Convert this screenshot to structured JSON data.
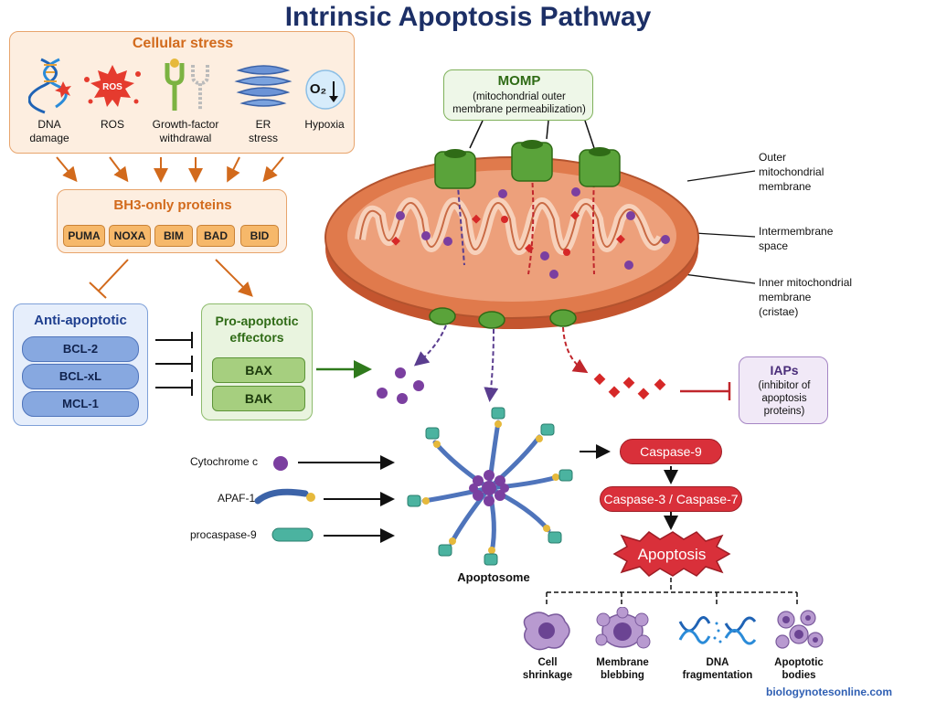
{
  "title": "Intrinsic Apoptosis Pathway",
  "cellular_stress": {
    "header": "Cellular stress",
    "items": [
      {
        "label_1": "DNA",
        "label_2": "damage",
        "icon": "dna-damage-icon"
      },
      {
        "label_1": "ROS",
        "label_2": "",
        "icon": "ros-icon",
        "badge": "ROS"
      },
      {
        "label_1": "Growth-factor",
        "label_2": "withdrawal",
        "icon": "growth-factor-receptor-icon"
      },
      {
        "label_1": "ER",
        "label_2": "stress",
        "icon": "er-stress-icon"
      },
      {
        "label_1": "Hypoxia",
        "label_2": "",
        "icon": "hypoxia-icon",
        "badge": "O₂"
      }
    ]
  },
  "bh3": {
    "header": "BH3-only proteins",
    "proteins": [
      "PUMA",
      "NOXA",
      "BIM",
      "BAD",
      "BID"
    ]
  },
  "anti_apoptotic": {
    "header": "Anti-apoptotic",
    "proteins": [
      "BCL-2",
      "BCL-xL",
      "MCL-1"
    ]
  },
  "pro_apoptotic": {
    "header_1": "Pro-apoptotic",
    "header_2": "effectors",
    "proteins": [
      "BAX",
      "BAK"
    ]
  },
  "momp": {
    "header": "MOMP",
    "line_1": "(mitochondrial outer",
    "line_2": "membrane permeabilization)"
  },
  "mito_labels": {
    "outer": [
      "Outer",
      "mitochondrial",
      "membrane"
    ],
    "intermembrane": [
      "Intermembrane",
      "space"
    ],
    "inner": [
      "Inner mitochondrial",
      "membrane",
      "(cristae)"
    ]
  },
  "iaps": {
    "header": "IAPs",
    "line_1": "(inhibitor of",
    "line_2": "apoptosis",
    "line_3": "proteins)"
  },
  "apoptosome": {
    "inputs": [
      "Cytochrome c",
      "APAF-1",
      "procaspase-9"
    ],
    "label": "Apoptosome"
  },
  "cascade": {
    "caspase_9": "Caspase-9",
    "caspase_3_7": "Caspase-3 / Caspase-7",
    "apoptosis": "Apoptosis"
  },
  "outcomes": [
    {
      "line_1": "Cell",
      "line_2": "shrinkage",
      "icon": "shrunken-cell-icon"
    },
    {
      "line_1": "Membrane",
      "line_2": "blebbing",
      "icon": "blebbing-cell-icon"
    },
    {
      "line_1": "DNA",
      "line_2": "fragmentation",
      "icon": "fragmented-dna-icon"
    },
    {
      "line_1": "Apoptotic",
      "line_2": "bodies",
      "icon": "apoptotic-bodies-icon"
    }
  ],
  "footer": "biologynotesonline.com",
  "colors": {
    "title": "#1c2f66",
    "stress_accent": "#d26a1c",
    "anti_accent": "#1f3f8f",
    "pro_accent": "#2f6b16",
    "caspase": "#d9303a",
    "mito": "#e07a4c"
  }
}
